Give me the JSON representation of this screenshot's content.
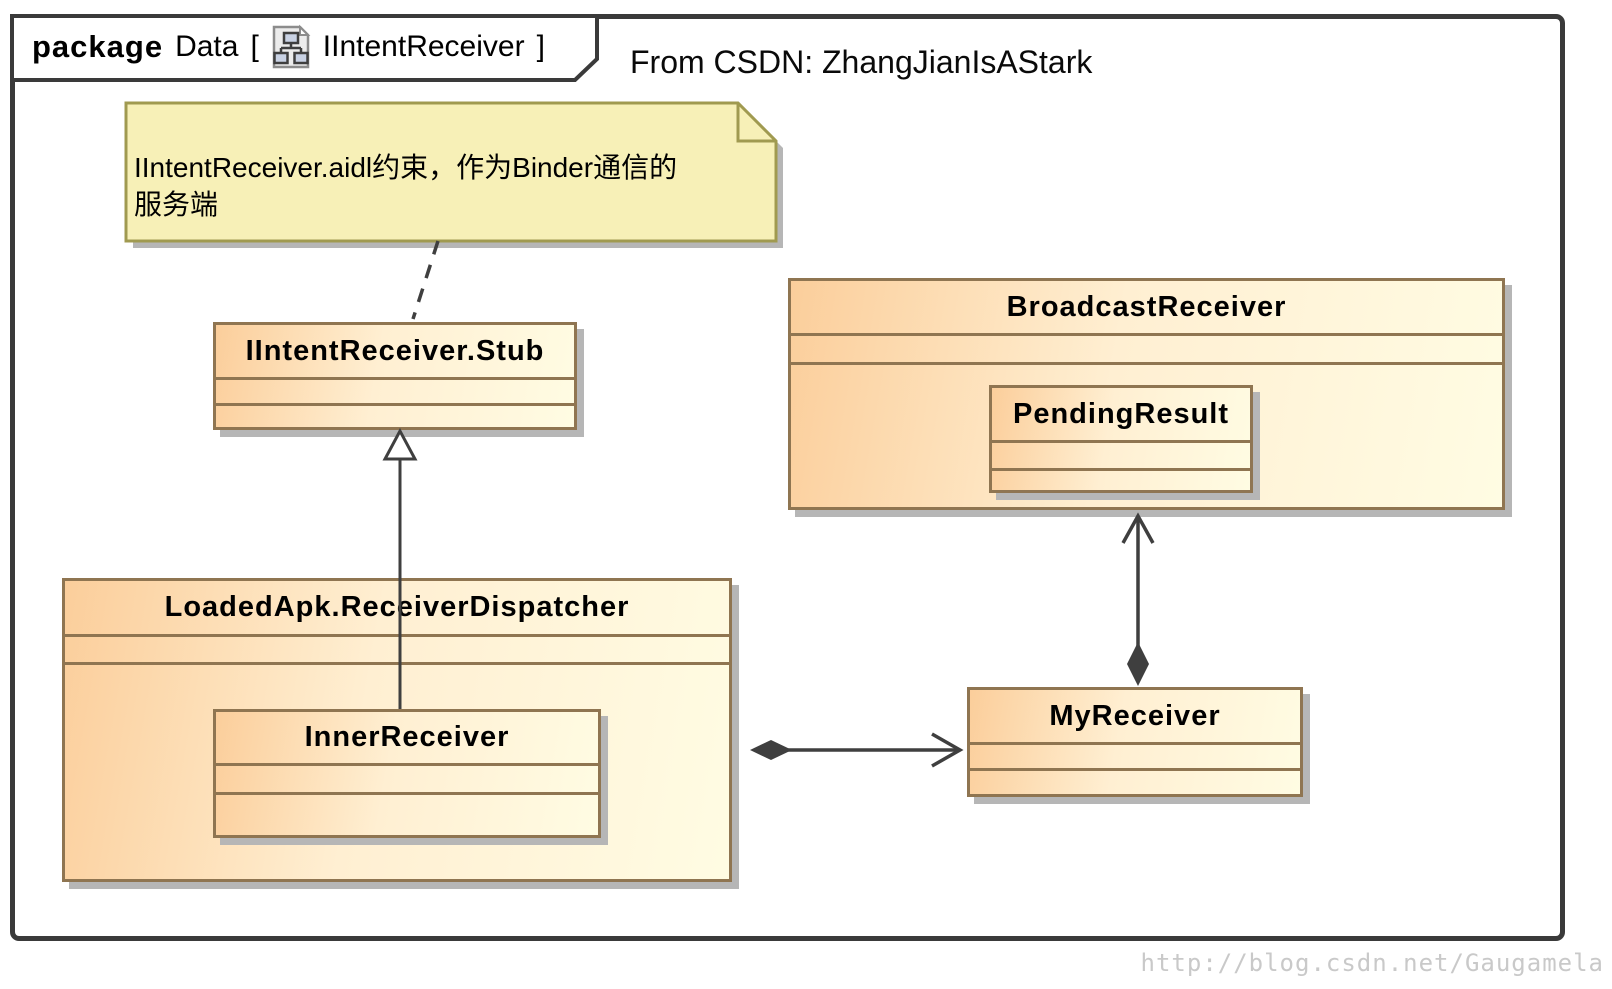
{
  "header": {
    "keyword": "package",
    "package_name": "Data",
    "bracket_open": "[",
    "icon": "class-diagram-icon",
    "diagram_name": "IIntentReceiver",
    "bracket_close": "]",
    "source_note": "From CSDN: ZhangJianIsAStark"
  },
  "note": {
    "text": "IIntentReceiver.aidl约束，作为Binder通信的服务端",
    "lines": [
      "IIntentReceiver.aidl约束，作为Binder通信的",
      "服务端"
    ]
  },
  "classes": [
    {
      "name": "IIntentReceiver.Stub"
    },
    {
      "name": "BroadcastReceiver"
    },
    {
      "name": "PendingResult"
    },
    {
      "name": "LoadedApk.ReceiverDispatcher"
    },
    {
      "name": "InnerReceiver"
    },
    {
      "name": "MyReceiver"
    }
  ],
  "relationships": [
    {
      "type": "note-anchor",
      "from": "note",
      "to": "IIntentReceiver.Stub",
      "style": "dashed"
    },
    {
      "type": "generalization",
      "from": "InnerReceiver",
      "to": "IIntentReceiver.Stub"
    },
    {
      "type": "composition",
      "owner": "LoadedApk.ReceiverDispatcher",
      "part": "MyReceiver",
      "arrow": "open-arrow-at-MyReceiver"
    },
    {
      "type": "composition",
      "owner": "MyReceiver",
      "part": "BroadcastReceiver",
      "arrow": "open-arrow-at-BroadcastReceiver"
    }
  ],
  "watermark": {
    "text": "http://blog.csdn.net/Gaugamela"
  },
  "colors": {
    "frame_border": "#3a3a3a",
    "class_border": "#8f7551",
    "class_fill_start": "#fbce9b",
    "class_fill_end": "#fffce3",
    "note_fill": "#f7f0b7",
    "note_border": "#a09a50",
    "connector": "#3f3f3f",
    "shadow": "#b6b6b6",
    "watermark_text": "#c9c9c9"
  }
}
